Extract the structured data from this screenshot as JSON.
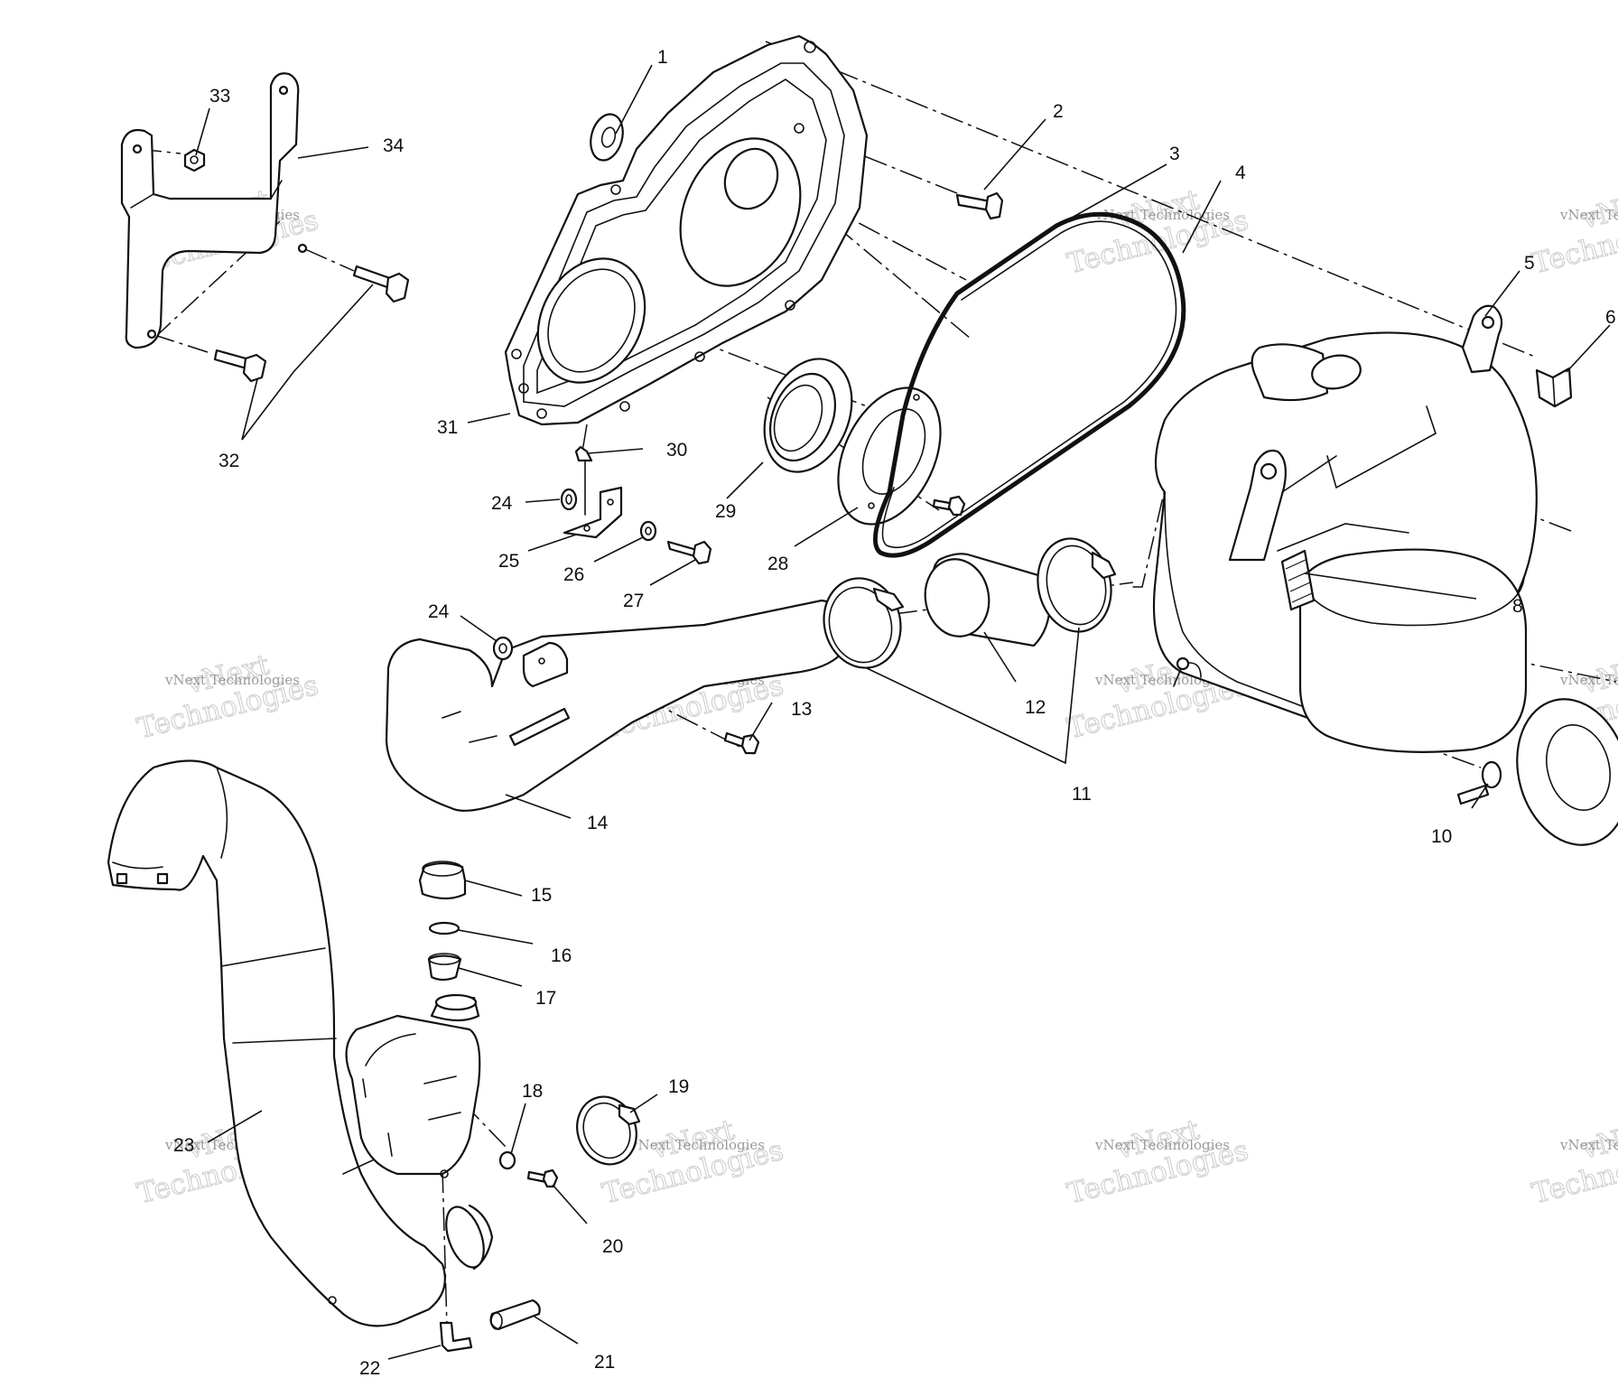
{
  "watermark": {
    "line1": "vNext",
    "line2": "Technologies",
    "small": "vNext Technologies"
  },
  "callouts": [
    {
      "id": "1",
      "label": "1"
    },
    {
      "id": "2",
      "label": "2"
    },
    {
      "id": "3",
      "label": "3"
    },
    {
      "id": "4",
      "label": "4"
    },
    {
      "id": "5",
      "label": "5"
    },
    {
      "id": "6",
      "label": "6"
    },
    {
      "id": "8",
      "label": "8"
    },
    {
      "id": "10",
      "label": "10"
    },
    {
      "id": "11",
      "label": "11"
    },
    {
      "id": "12",
      "label": "12"
    },
    {
      "id": "13",
      "label": "13"
    },
    {
      "id": "14",
      "label": "14"
    },
    {
      "id": "15",
      "label": "15"
    },
    {
      "id": "16",
      "label": "16"
    },
    {
      "id": "17",
      "label": "17"
    },
    {
      "id": "18",
      "label": "18"
    },
    {
      "id": "19",
      "label": "19"
    },
    {
      "id": "20",
      "label": "20"
    },
    {
      "id": "21",
      "label": "21"
    },
    {
      "id": "22",
      "label": "22"
    },
    {
      "id": "23",
      "label": "23"
    },
    {
      "id": "24a",
      "label": "24"
    },
    {
      "id": "24b",
      "label": "24"
    },
    {
      "id": "25",
      "label": "25"
    },
    {
      "id": "26",
      "label": "26"
    },
    {
      "id": "27",
      "label": "27"
    },
    {
      "id": "28",
      "label": "28"
    },
    {
      "id": "29",
      "label": "29"
    },
    {
      "id": "30",
      "label": "30"
    },
    {
      "id": "31",
      "label": "31"
    },
    {
      "id": "32",
      "label": "32"
    },
    {
      "id": "33",
      "label": "33"
    },
    {
      "id": "34",
      "label": "34"
    }
  ]
}
